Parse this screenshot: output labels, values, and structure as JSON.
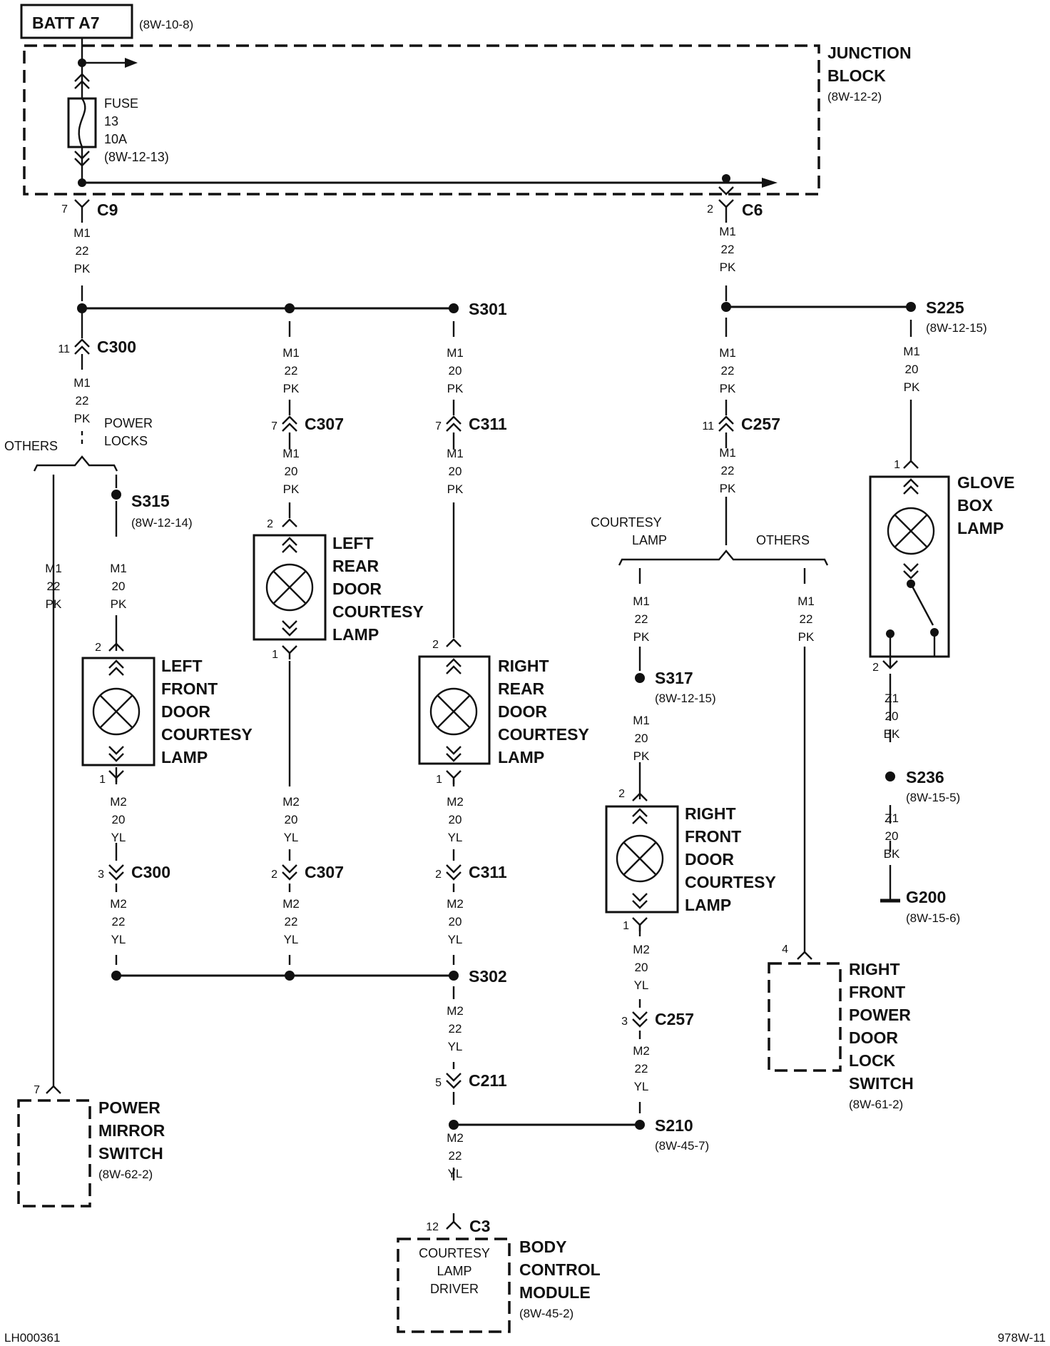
{
  "batt": {
    "label": "BATT A7",
    "ref": "(8W-10-8)"
  },
  "junction": {
    "l1": "JUNCTION",
    "l2": "BLOCK",
    "ref": "(8W-12-2)"
  },
  "fuse": {
    "l1": "FUSE",
    "l2": "13",
    "l3": "10A",
    "ref": "(8W-12-13)"
  },
  "connectors": {
    "c9": {
      "pin": "7",
      "name": "C9"
    },
    "c6": {
      "pin": "2",
      "name": "C6"
    },
    "c300a": {
      "pin": "11",
      "name": "C300"
    },
    "c307a": {
      "pin": "7",
      "name": "C307"
    },
    "c311a": {
      "pin": "7",
      "name": "C311"
    },
    "c257a": {
      "pin": "11",
      "name": "C257"
    },
    "c300b": {
      "pin": "3",
      "name": "C300"
    },
    "c307b": {
      "pin": "2",
      "name": "C307"
    },
    "c311b": {
      "pin": "2",
      "name": "C311"
    },
    "c257b": {
      "pin": "3",
      "name": "C257"
    },
    "c211": {
      "pin": "5",
      "name": "C211"
    },
    "c3": {
      "pin": "12",
      "name": "C3"
    }
  },
  "splices": {
    "s301": {
      "name": "S301"
    },
    "s225": {
      "name": "S225",
      "ref": "(8W-12-15)"
    },
    "s315": {
      "name": "S315",
      "ref": "(8W-12-14)"
    },
    "s317": {
      "name": "S317",
      "ref": "(8W-12-15)"
    },
    "s236": {
      "name": "S236",
      "ref": "(8W-15-5)"
    },
    "s302": {
      "name": "S302"
    },
    "s210": {
      "name": "S210",
      "ref": "(8W-45-7)"
    },
    "g200": {
      "name": "G200",
      "ref": "(8W-15-6)"
    }
  },
  "wires": {
    "m1_22_pk": {
      "circuit": "M1",
      "gauge": "22",
      "color": "PK"
    },
    "m1_20_pk": {
      "circuit": "M1",
      "gauge": "20",
      "color": "PK"
    },
    "m2_20_yl": {
      "circuit": "M2",
      "gauge": "20",
      "color": "YL"
    },
    "m2_22_yl": {
      "circuit": "M2",
      "gauge": "22",
      "color": "YL"
    },
    "z1_20_bk": {
      "circuit": "Z1",
      "gauge": "20",
      "color": "BK"
    }
  },
  "branches": {
    "others": "OTHERS",
    "power": "POWER",
    "locks": "LOCKS",
    "courtesy": "COURTESY",
    "lamp": "LAMP"
  },
  "lamps": {
    "left_rear": {
      "lines": [
        "LEFT",
        "REAR",
        "DOOR",
        "COURTESY",
        "LAMP"
      ],
      "pin_top": "2",
      "pin_bottom": "1"
    },
    "left_front": {
      "lines": [
        "LEFT",
        "FRONT",
        "DOOR",
        "COURTESY",
        "LAMP"
      ],
      "pin_top": "2",
      "pin_bottom": "1"
    },
    "right_rear": {
      "lines": [
        "RIGHT",
        "REAR",
        "DOOR",
        "COURTESY",
        "LAMP"
      ],
      "pin_top": "2",
      "pin_bottom": "1"
    },
    "right_front": {
      "lines": [
        "RIGHT",
        "FRONT",
        "DOOR",
        "COURTESY",
        "LAMP"
      ],
      "pin_top": "2",
      "pin_bottom": "1"
    },
    "glove_box": {
      "lines": [
        "GLOVE",
        "BOX",
        "LAMP"
      ],
      "pin_top": "1",
      "pin_bottom": "2"
    }
  },
  "mirror_switch": {
    "pin": "7",
    "lines": [
      "POWER",
      "MIRROR",
      "SWITCH"
    ],
    "ref": "(8W-62-2)"
  },
  "door_lock_switch": {
    "pin": "4",
    "lines": [
      "RIGHT",
      "FRONT",
      "POWER",
      "DOOR",
      "LOCK",
      "SWITCH"
    ],
    "ref": "(8W-61-2)"
  },
  "bcm": {
    "inner": [
      "COURTESY",
      "LAMP",
      "DRIVER"
    ],
    "lines": [
      "BODY",
      "CONTROL",
      "MODULE"
    ],
    "ref": "(8W-45-2)"
  },
  "footer": {
    "left": "LH000361",
    "right": "978W-11"
  }
}
